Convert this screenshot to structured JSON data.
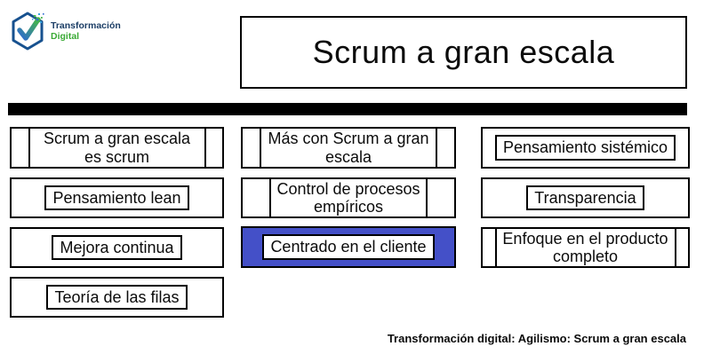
{
  "logo": {
    "name_line1": "Transformación",
    "name_line2": "Digital"
  },
  "title": "Scrum a gran escala",
  "diagram": {
    "columns": [
      {
        "items": [
          {
            "label": "Scrum a gran escala es scrum"
          },
          {
            "label": "Pensamiento lean"
          },
          {
            "label": "Mejora continua"
          },
          {
            "label": "Teoría de las filas"
          }
        ]
      },
      {
        "items": [
          {
            "label": "Más con Scrum a gran escala"
          },
          {
            "label": "Control de procesos empíricos"
          },
          {
            "label": "Centrado en el cliente",
            "highlighted": true
          }
        ]
      },
      {
        "items": [
          {
            "label": "Pensamiento sistémico"
          },
          {
            "label": "Transparencia"
          },
          {
            "label": "Enfoque en el producto completo"
          }
        ]
      }
    ]
  },
  "footer": "Transformación digital: Agilismo: Scrum a gran escala",
  "colors": {
    "highlight_blue": "#4450C8",
    "bar_black": "#000000",
    "logo_navy": "#1c3e66",
    "logo_green": "#3aaa35",
    "logo_check_blue": "#2f6ad1",
    "logo_check_green": "#44b649"
  }
}
